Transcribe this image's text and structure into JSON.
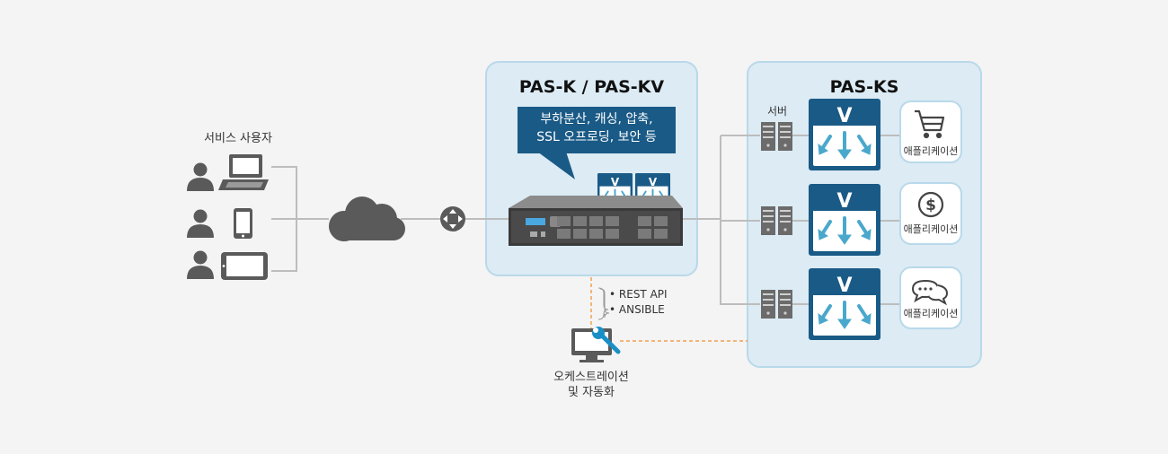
{
  "users_label": "서비스 사용자",
  "pas_k": {
    "title": "PAS-K / PAS-KV",
    "bubble_line1": "부하분산, 캐싱, 압축,",
    "bubble_line2": "SSL 오프로딩, 보안 등"
  },
  "pas_ks": {
    "title": "PAS-KS",
    "server_label": "서버",
    "app_label": "애플리케이션"
  },
  "vnf_letter": "V",
  "api_items": [
    "• REST API",
    "• ANSIBLE"
  ],
  "orchestration": {
    "line1": "오케스트레이션",
    "line2": "및 자동화"
  },
  "app_icons": [
    "cart-icon",
    "dollar-icon",
    "chat-icon"
  ],
  "colors": {
    "panel_bg": "#dcebf4",
    "panel_border": "#b9d9ea",
    "accent": "#1a5a86",
    "arrow": "#4aa8cc",
    "dashed": "#f0a050",
    "device_gray": "#5a5a5a"
  }
}
